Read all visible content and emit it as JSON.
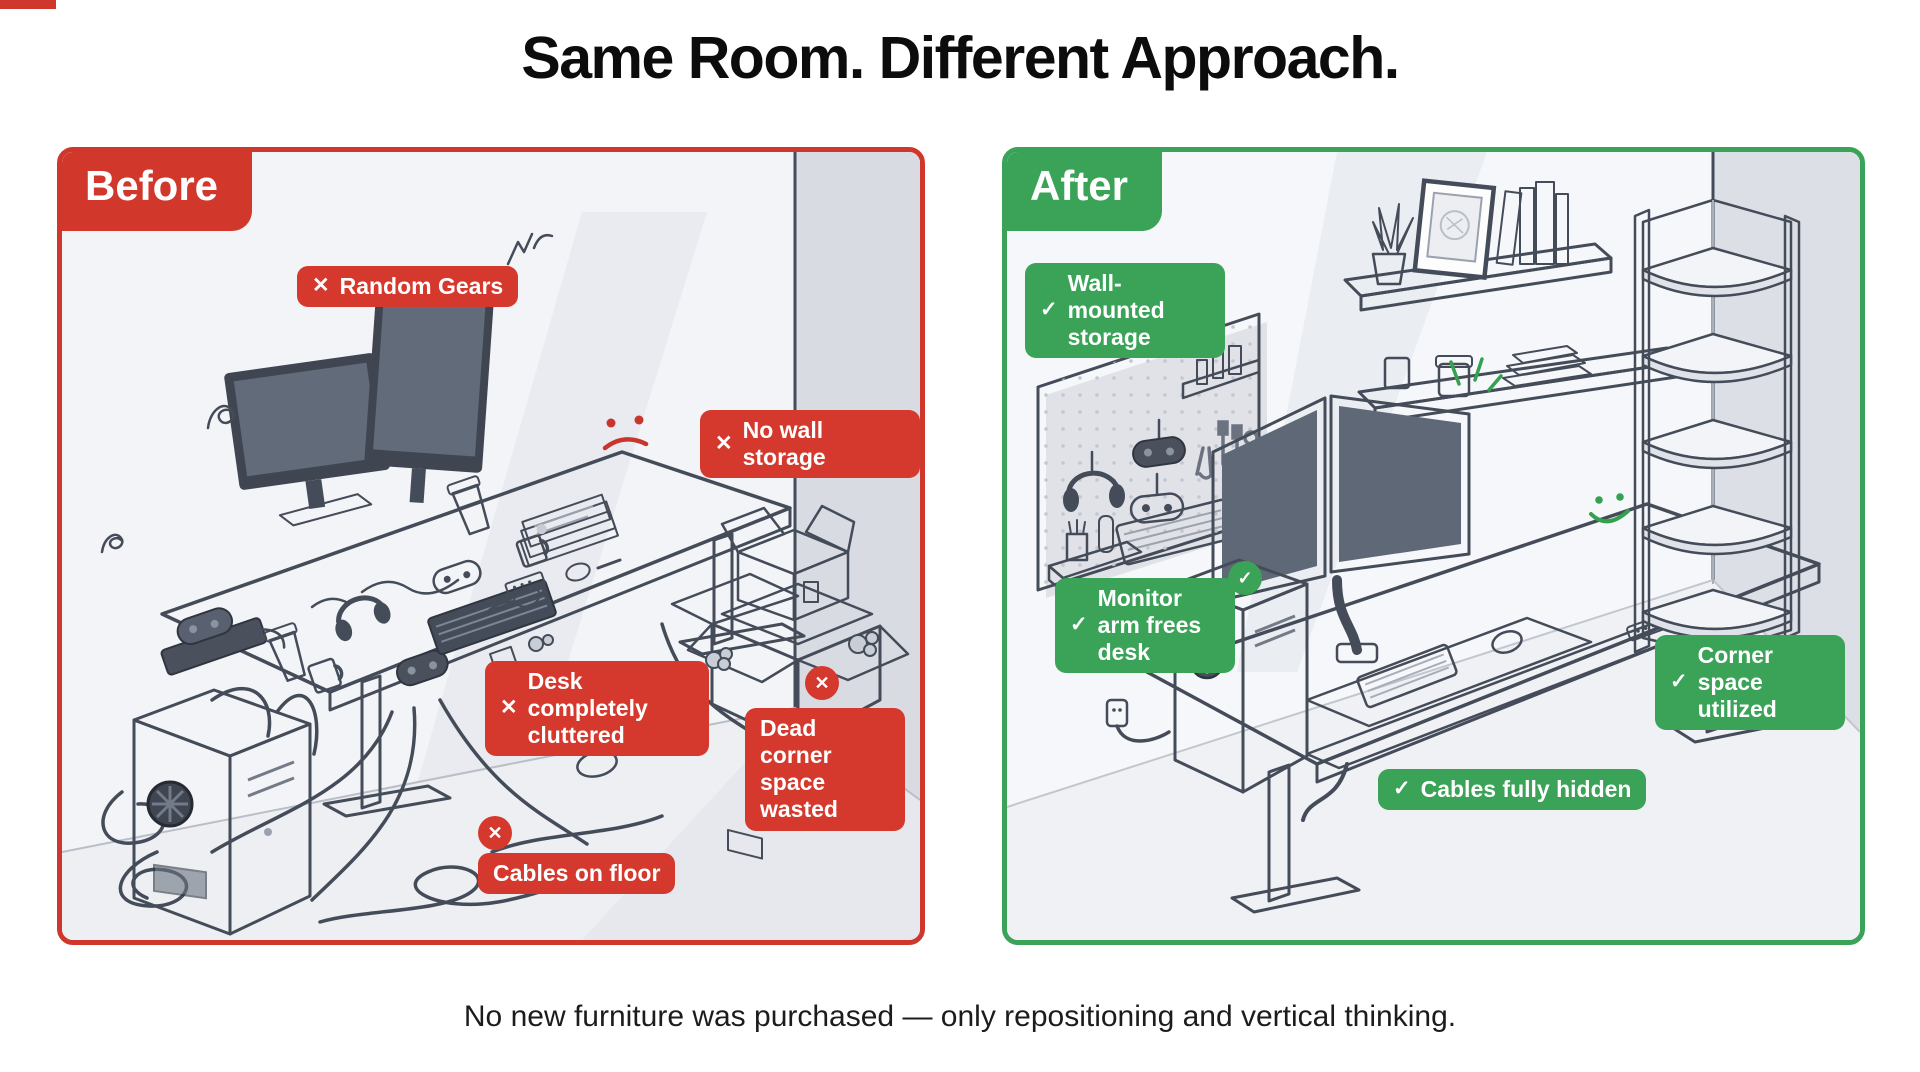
{
  "page": {
    "title": "Same Room. Different Approach.",
    "caption": "No new furniture was purchased — only repositioning and vertical thinking."
  },
  "colors": {
    "red_accent": "#d0372c",
    "green_accent": "#3aa357",
    "ink": "#454c59"
  },
  "icons": {
    "x": "✕",
    "check": "✓"
  },
  "before": {
    "tab": "Before",
    "labels": {
      "random_gears": "Random Gears",
      "no_wall_storage": "No wall storage",
      "desk_cluttered": "Desk completely cluttered",
      "dead_corner": "Dead corner space wasted",
      "cables_floor": "Cables on floor"
    }
  },
  "after": {
    "tab": "After",
    "labels": {
      "wall_storage": "Wall-mounted storage",
      "monitor_arm": "Monitor arm frees desk",
      "corner_space": "Corner space utilized",
      "cables_hidden": "Cables fully hidden"
    }
  }
}
